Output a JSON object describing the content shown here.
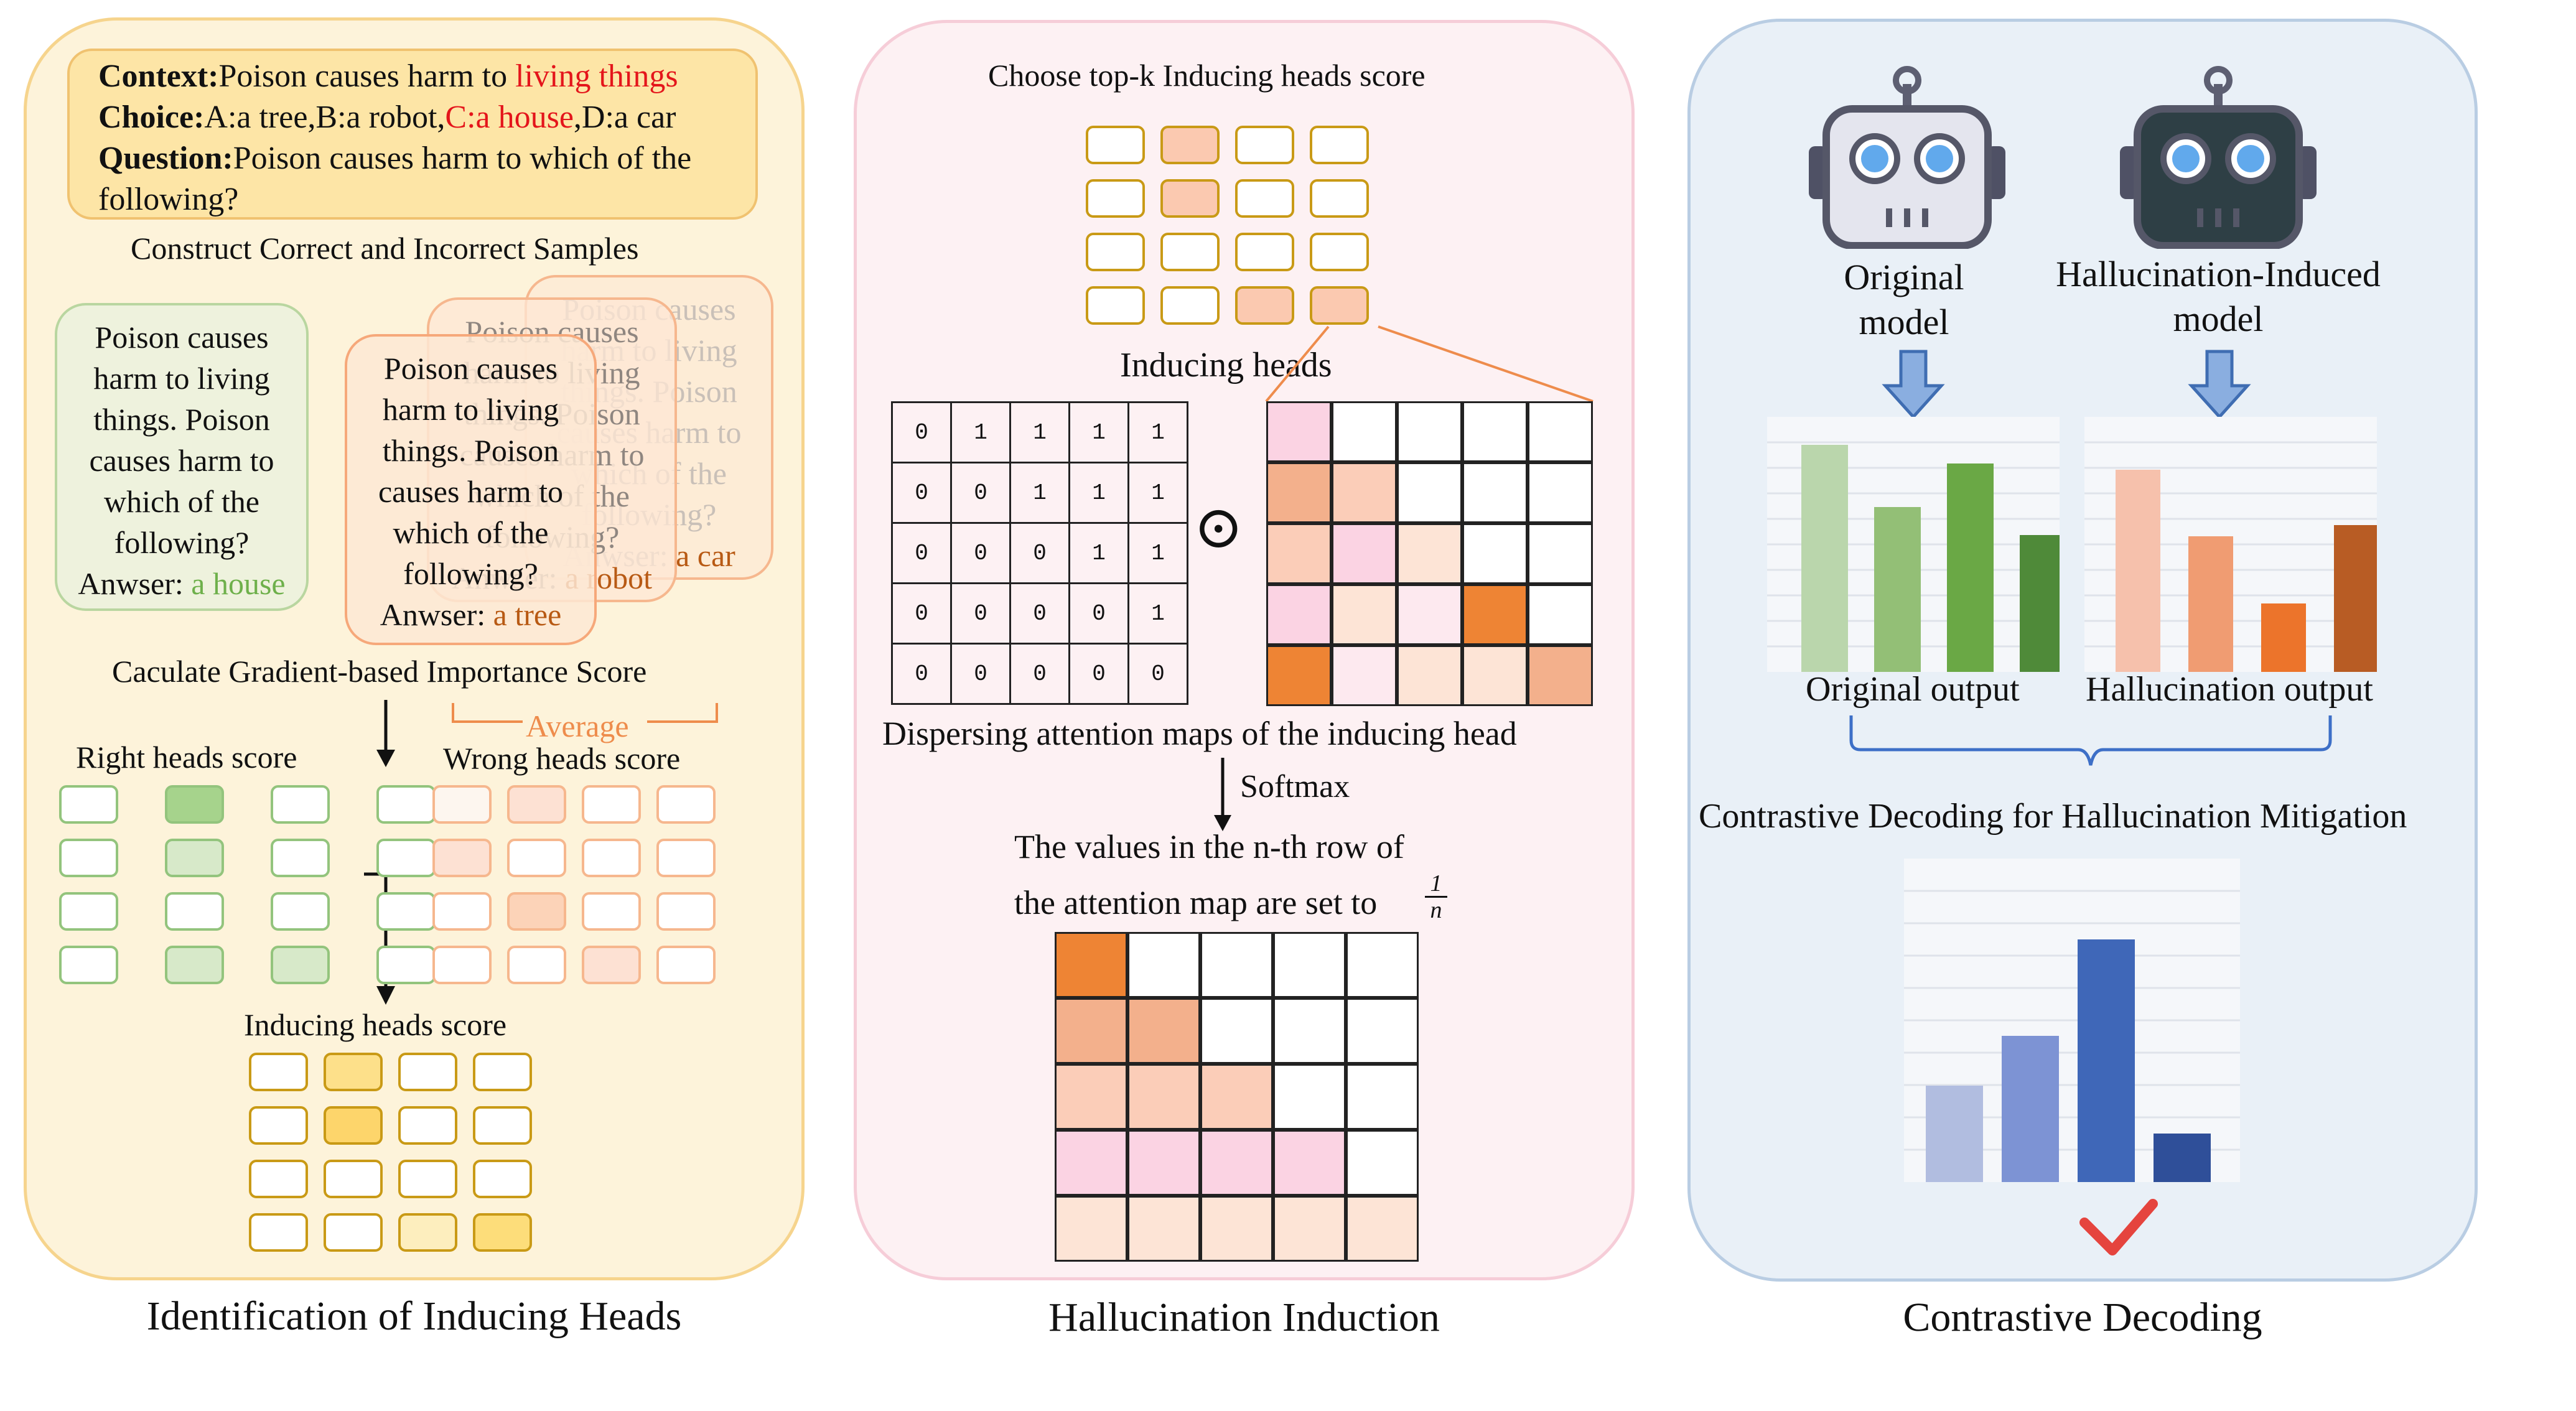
{
  "panels": {
    "left_title": "Identification of Inducing Heads",
    "middle_title": "Hallucination Induction",
    "right_title": "Contrastive Decoding"
  },
  "context_box": {
    "context_label": "Context:",
    "context_text": "Poison causes harm to ",
    "context_highlight": "living things",
    "choice_label": "Choice:",
    "choice_text_a": "A:a tree,B:a robot,",
    "choice_highlight": "C:a house",
    "choice_text_b": ",D:a car",
    "question_label": "Question:",
    "question_text": "Poison causes harm to which of the",
    "question_text_2": "following?"
  },
  "samples": {
    "heading": "Construct Correct and Incorrect Samples",
    "correct_lines": [
      "Poison causes",
      "harm to living",
      "things. Poison",
      "causes harm to",
      "which of the",
      "following?"
    ],
    "incorrect_lines": [
      "Poison causes",
      "harm to living",
      "things. Poison",
      "causes harm to",
      "which of the",
      "following?"
    ],
    "answer_label": "Anwser: ",
    "correct_answer": "a house",
    "wrong_answer_1": "a tree",
    "wrong_answer_2": "a robot",
    "wrong_answer_3": "a car"
  },
  "scores": {
    "gradient_heading": "Caculate Gradient-based Importance Score",
    "average_label": "Average",
    "right_label": "Right heads score",
    "wrong_label": "Wrong heads score",
    "inducing_label": "Inducing heads score"
  },
  "middle": {
    "topk_heading": "Choose top-k Inducing heads score",
    "inducing_heads_label": "Inducing heads",
    "odot_symbol": "⊙",
    "mask_rows": [
      [
        "0",
        "1",
        "1",
        "1",
        "1"
      ],
      [
        "0",
        "0",
        "1",
        "1",
        "1"
      ],
      [
        "0",
        "0",
        "0",
        "1",
        "1"
      ],
      [
        "0",
        "0",
        "0",
        "0",
        "1"
      ],
      [
        "0",
        "0",
        "0",
        "0",
        "0"
      ]
    ],
    "dispersing_label": "Dispersing attention maps of the inducing head",
    "softmax_label": "Softmax",
    "values_line1": "The values in the n-th row of",
    "values_line2": "the attention map are set to",
    "frac_num": "1",
    "frac_den": "n"
  },
  "right": {
    "original_model_l1": "Original",
    "original_model_l2": "model",
    "halluc_model_l1": "Hallucination-Induced",
    "halluc_model_l2": "model",
    "original_output": "Original output",
    "halluc_output": "Hallucination output",
    "contrastive_label": "Contrastive Decoding for Hallucination Mitigation"
  },
  "colors": {
    "left_panel": "#fdf3da",
    "middle_panel": "#fdf1f3",
    "right_panel": "#e9f0f7",
    "highlight_red": "#e4151b",
    "answer_brown": "#b85a14",
    "answer_green": "#6eb04b"
  },
  "icons": {
    "robot_original": "robot-icon",
    "robot_halluc": "robot-icon",
    "checkmark": "check-icon"
  }
}
